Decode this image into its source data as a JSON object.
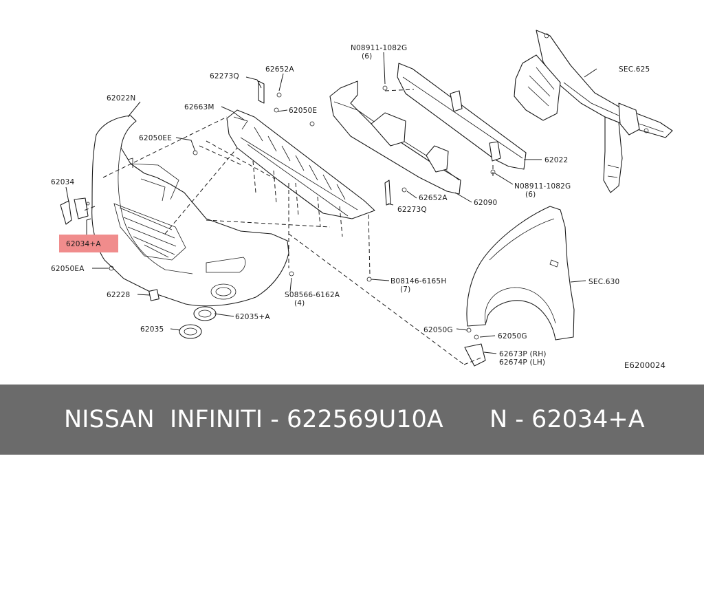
{
  "diagram": {
    "code": "E6200024",
    "highlight_color": "#f08c8c",
    "labels": {
      "p62022N": "62022N",
      "p62273Q_top": "62273Q",
      "p62652A_top": "62652A",
      "p62663M": "62663M",
      "p62050E": "62050E",
      "p62050EE": "62050EE",
      "p62034": "62034",
      "p62034A": "62034+A",
      "p62050EA": "62050EA",
      "p62228": "62228",
      "p62035": "62035",
      "p62035A": "62035+A",
      "p08911_top": "N08911-1082G",
      "p08911_top_qty": "(6)",
      "sec625": "SEC.625",
      "p62022": "62022",
      "p08911_bot": "N08911-1082G",
      "p08911_bot_qty": "(6)",
      "p62652A_bot": "62652A",
      "p62090": "62090",
      "p62273Q_bot": "62273Q",
      "p08146": "B08146-6165H",
      "p08146_qty": "(7)",
      "p08566": "S08566-6162A",
      "p08566_qty": "(4)",
      "sec630": "SEC.630",
      "p62050G_left": "62050G",
      "p62050G_right": "62050G",
      "p62673P": "62673P (RH)",
      "p62674P": "62674P (LH)"
    }
  },
  "footer": {
    "left": "NISSAN  INFINITI - 622569U10A",
    "right": "N - 62034+A"
  }
}
